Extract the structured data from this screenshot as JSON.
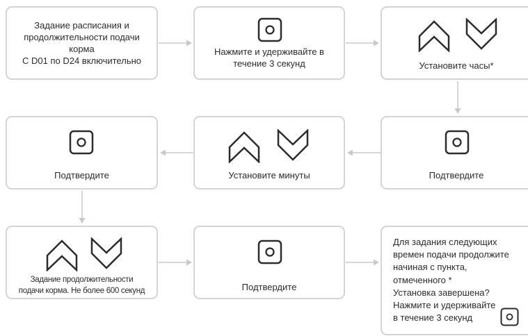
{
  "steps": [
    {
      "id": 1,
      "text": "Задание расписания и\nпродолжительности подачи\nкорма\nС D01 по D24 включительно",
      "icons": []
    },
    {
      "id": 2,
      "text": "Нажмите и удерживайте в\nтечение 3 секунд",
      "icons": [
        "square-button-icon"
      ]
    },
    {
      "id": 3,
      "text": "Установите часы*",
      "icons": [
        "up-arrow-icon",
        "down-arrow-icon"
      ]
    },
    {
      "id": 4,
      "text": "Подтвердите",
      "icons": [
        "square-button-icon"
      ]
    },
    {
      "id": 5,
      "text": "Установите минуты",
      "icons": [
        "up-arrow-icon",
        "down-arrow-icon"
      ]
    },
    {
      "id": 6,
      "text": "Подтвердите",
      "icons": [
        "square-button-icon"
      ]
    },
    {
      "id": 7,
      "text": "Задание продолжительности\nподачи корма. Не более  600 секунд",
      "icons": [
        "up-arrow-icon",
        "down-arrow-icon"
      ]
    },
    {
      "id": 8,
      "text": "Подтвердите",
      "icons": [
        "square-button-icon"
      ]
    },
    {
      "id": 9,
      "text": "Для задания следующих\nвремен подачи продолжите\nначиная с пункта,\nотмеченного *\nУстановка завершена?\nНажмите и удерживайте\nв течение 3 секунд",
      "icons": [
        "square-button-icon"
      ]
    }
  ],
  "colors": {
    "box_border": "#d4d4d4",
    "connector": "#c8c8c8",
    "icon_stroke": "#2b2b2b",
    "text": "#2b2b2b"
  }
}
